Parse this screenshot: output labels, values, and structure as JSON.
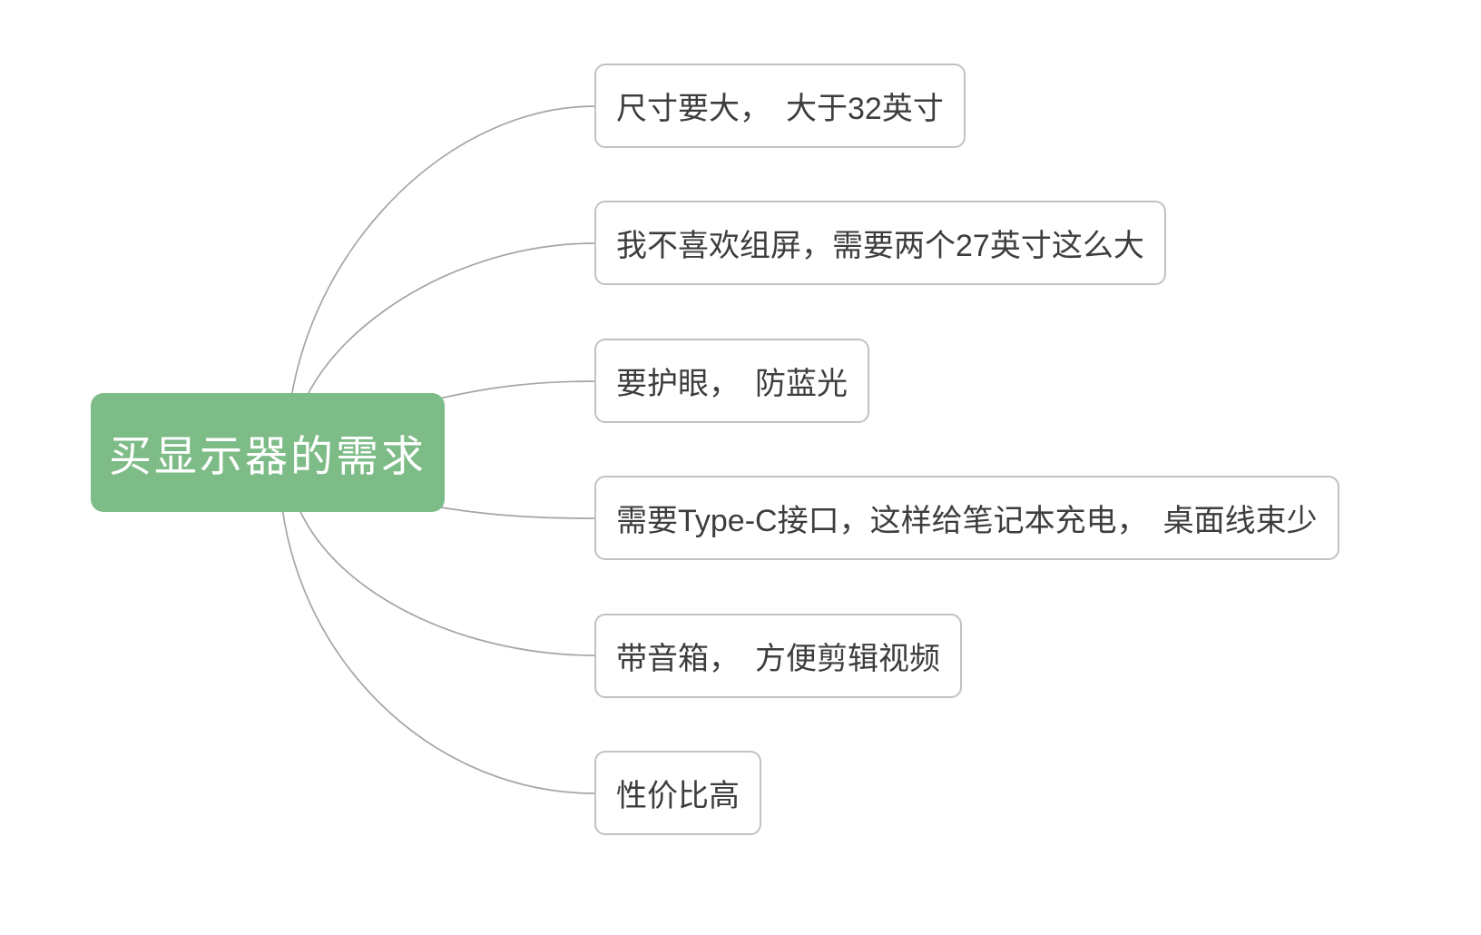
{
  "root": {
    "label": "买显示器的需求"
  },
  "branches": [
    {
      "label": "尺寸要大，　大于32英寸"
    },
    {
      "label": "我不喜欢组屏，需要两个27英寸这么大"
    },
    {
      "label": "要护眼，　防蓝光"
    },
    {
      "label": "需要Type-C接口，这样给笔记本充电，　桌面线束少"
    },
    {
      "label": "带音箱，　方便剪辑视频"
    },
    {
      "label": "性价比高"
    }
  ],
  "colors": {
    "root_bg": "#7dbb87",
    "root_text": "#ffffff",
    "branch_bg": "#ffffff",
    "branch_border": "#c2c2c2",
    "branch_text": "#3d3d3d",
    "edge_color": "#a5a5a5",
    "canvas_bg": "#ffffff"
  }
}
